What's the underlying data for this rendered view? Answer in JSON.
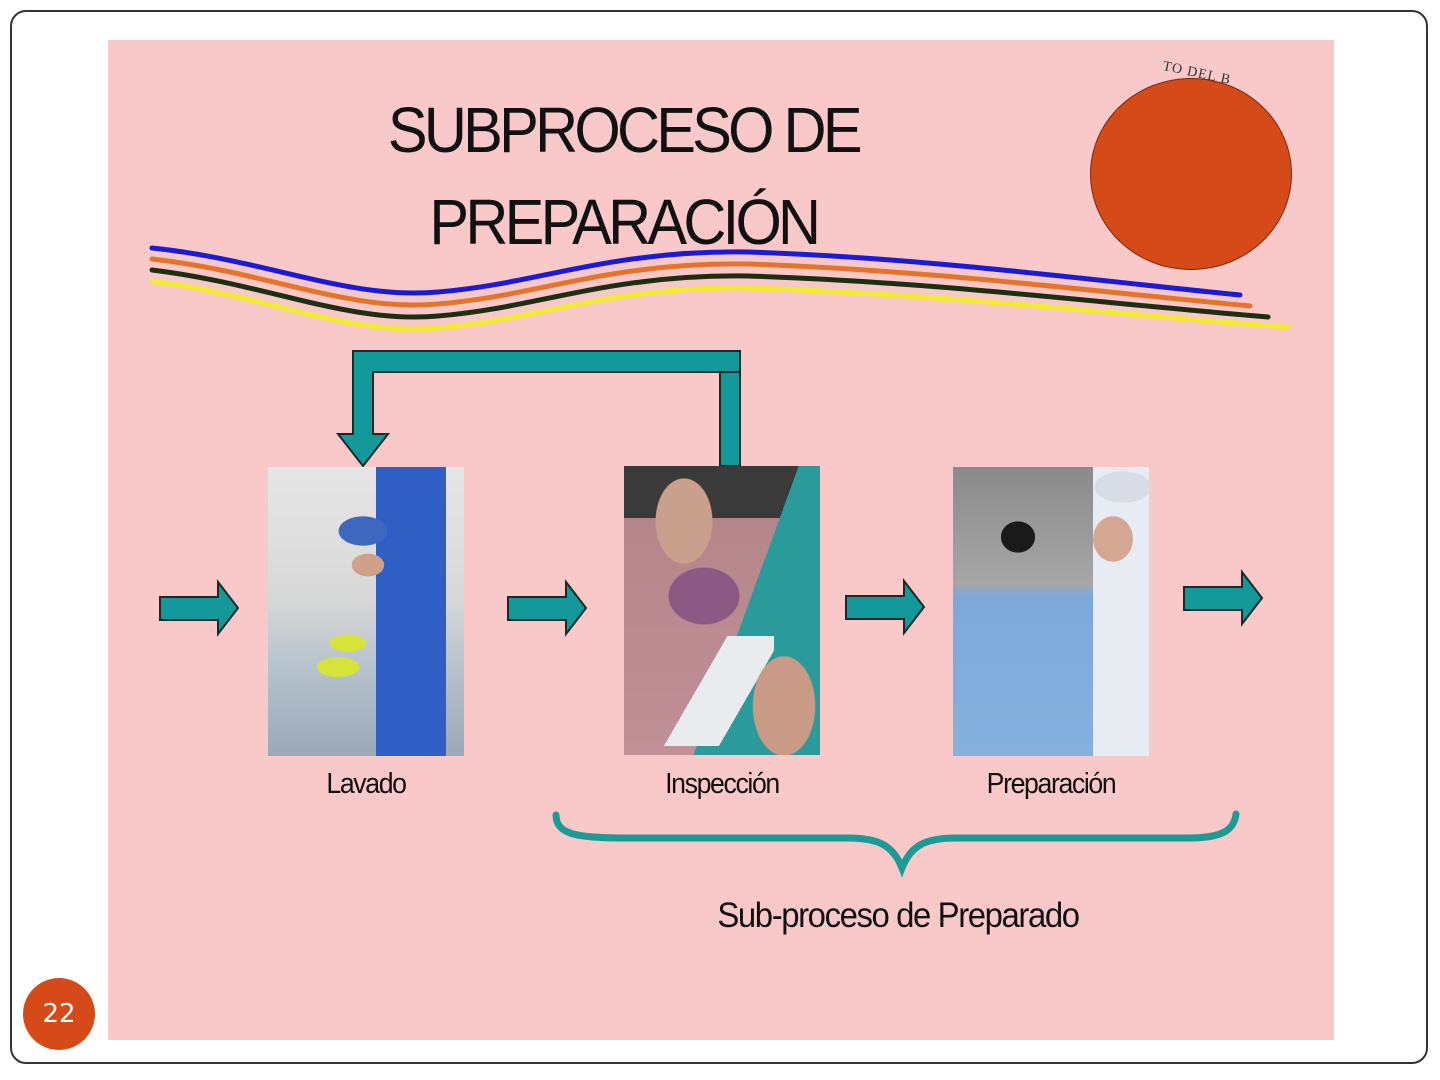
{
  "slide": {
    "title_line1": "SUBPROCESO DE",
    "title_line2": "PREPARACIÓN",
    "logo": {
      "arc_text": "TO DEL B",
      "circle_color": "#d54a18"
    },
    "decorative_lines": {
      "colors": [
        "#1a1ad8",
        "#e4742c",
        "#1e2e10",
        "#f2ec30"
      ]
    },
    "feedback_arrow": {
      "from": "Inspección",
      "to": "Lavado",
      "color": "#14999a"
    },
    "steps": [
      {
        "label": "Lavado",
        "image": "person-washing-instruments-photo"
      },
      {
        "label": "Inspección",
        "image": "hands-inspecting-instruments-photo"
      },
      {
        "label": "Preparación",
        "image": "person-preparing-package-photo"
      }
    ],
    "flow_arrow_color": "#14999a",
    "bracket": {
      "label": "Sub-proceso de Preparado",
      "spans": [
        "Inspección",
        "Preparación"
      ]
    },
    "background_color": "#f9c8c9"
  },
  "page": {
    "number": "22",
    "badge_color": "#d54a18"
  }
}
